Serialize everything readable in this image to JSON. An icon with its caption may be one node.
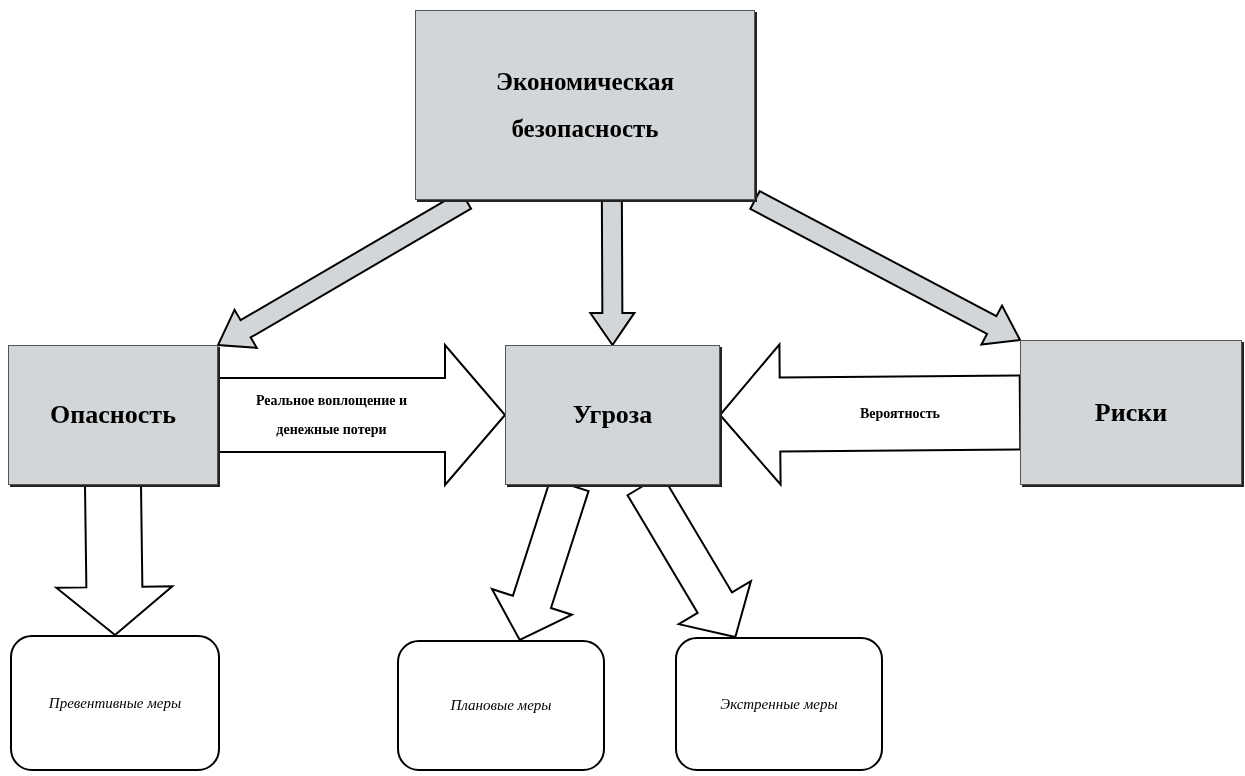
{
  "diagram": {
    "nodes": [
      {
        "text": [
          "Экономическая безопасность"
        ]
      },
      {
        "text": [
          "Опасность"
        ]
      },
      {
        "text": [
          "Угроза"
        ]
      },
      {
        "text": [
          "Риски"
        ]
      },
      {
        "text": [
          "Превентивные меры"
        ]
      },
      {
        "text": [
          "Плановые меры"
        ]
      },
      {
        "text": [
          "Экстренные меры"
        ]
      }
    ],
    "edges": [
      {
        "from": 0,
        "to": 1,
        "arrow": "to",
        "color": "#d3d6d9"
      },
      {
        "from": 0,
        "to": 2,
        "arrow": "to",
        "color": "#d3d6d9"
      },
      {
        "from": 0,
        "to": 3,
        "arrow": "to",
        "color": "#d3d6d9"
      },
      {
        "from": 1,
        "to": 2,
        "arrow": "to",
        "label": "Реальное воплощение и денежные потери"
      },
      {
        "from": 3,
        "to": 2,
        "arrow": "to",
        "label": "Вероятность"
      },
      {
        "from": 1,
        "to": 4,
        "arrow": "to"
      },
      {
        "from": 2,
        "to": 5,
        "arrow": "to"
      },
      {
        "from": 2,
        "to": 6,
        "arrow": "to"
      }
    ]
  }
}
